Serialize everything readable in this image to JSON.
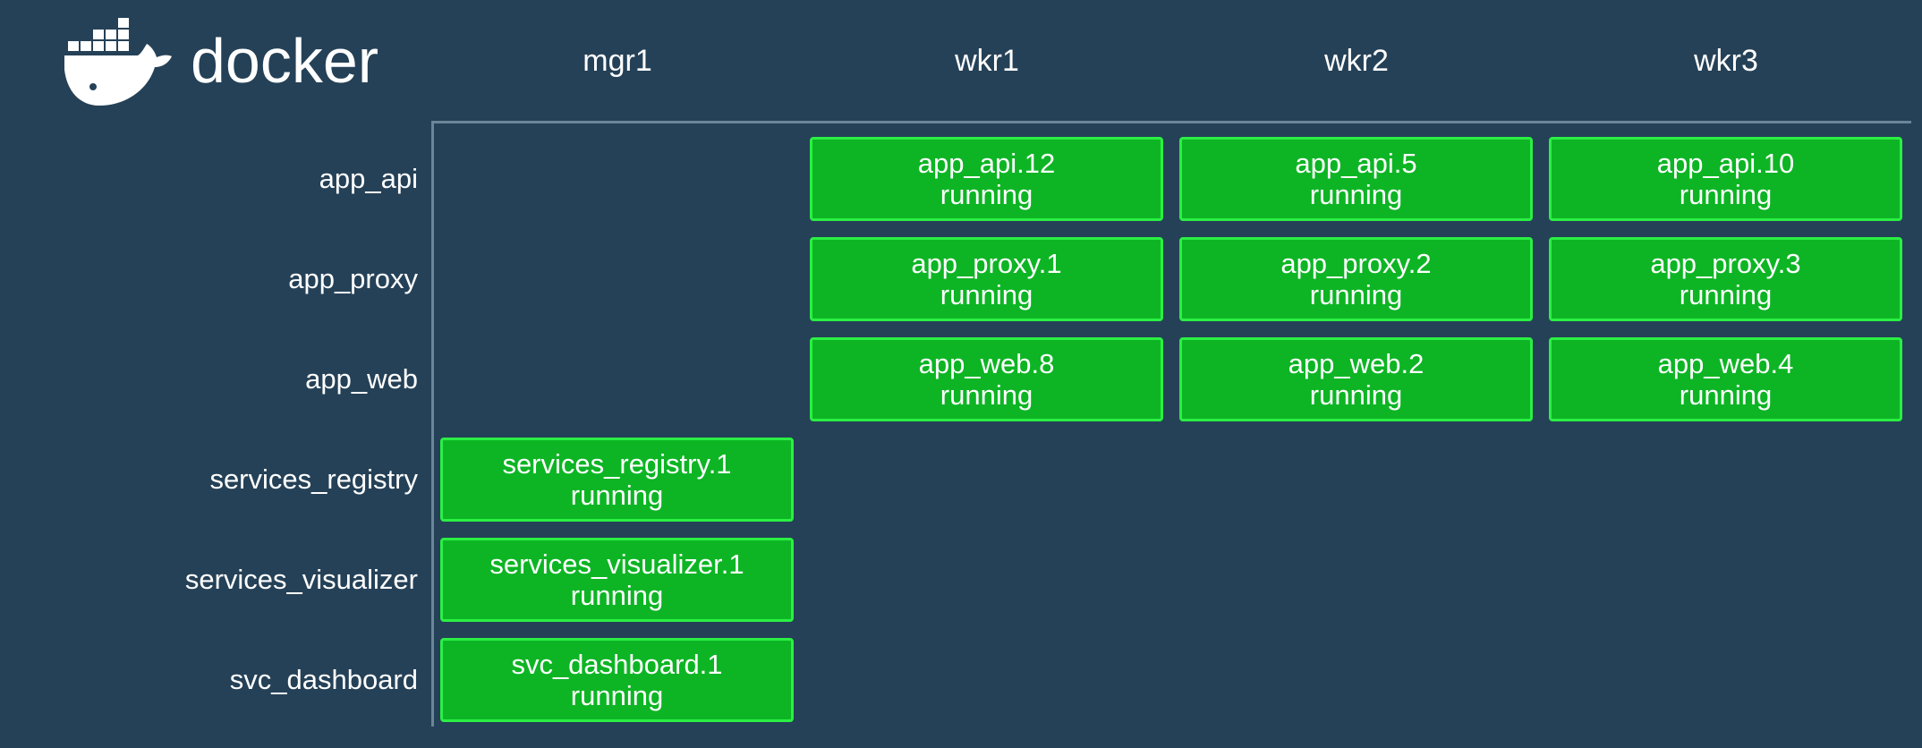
{
  "brand": {
    "logo_text": "docker"
  },
  "nodes": [
    "mgr1",
    "wkr1",
    "wkr2",
    "wkr3"
  ],
  "services": [
    "app_api",
    "app_proxy",
    "app_web",
    "services_registry",
    "services_visualizer",
    "svc_dashboard"
  ],
  "tasks": [
    {
      "service": 0,
      "node": 1,
      "name": "app_api.12",
      "state": "running"
    },
    {
      "service": 0,
      "node": 2,
      "name": "app_api.5",
      "state": "running"
    },
    {
      "service": 0,
      "node": 3,
      "name": "app_api.10",
      "state": "running"
    },
    {
      "service": 1,
      "node": 1,
      "name": "app_proxy.1",
      "state": "running"
    },
    {
      "service": 1,
      "node": 2,
      "name": "app_proxy.2",
      "state": "running"
    },
    {
      "service": 1,
      "node": 3,
      "name": "app_proxy.3",
      "state": "running"
    },
    {
      "service": 2,
      "node": 1,
      "name": "app_web.8",
      "state": "running"
    },
    {
      "service": 2,
      "node": 2,
      "name": "app_web.2",
      "state": "running"
    },
    {
      "service": 2,
      "node": 3,
      "name": "app_web.4",
      "state": "running"
    },
    {
      "service": 3,
      "node": 0,
      "name": "services_registry.1",
      "state": "running"
    },
    {
      "service": 4,
      "node": 0,
      "name": "services_visualizer.1",
      "state": "running"
    },
    {
      "service": 5,
      "node": 0,
      "name": "svc_dashboard.1",
      "state": "running"
    }
  ],
  "colors": {
    "background": "#254157",
    "task_running_fill": "#0db524",
    "task_running_border": "#2af043",
    "grid_line": "#6b8599",
    "logo": "#ffffff"
  },
  "icons": {
    "logo": "docker-whale-icon"
  }
}
